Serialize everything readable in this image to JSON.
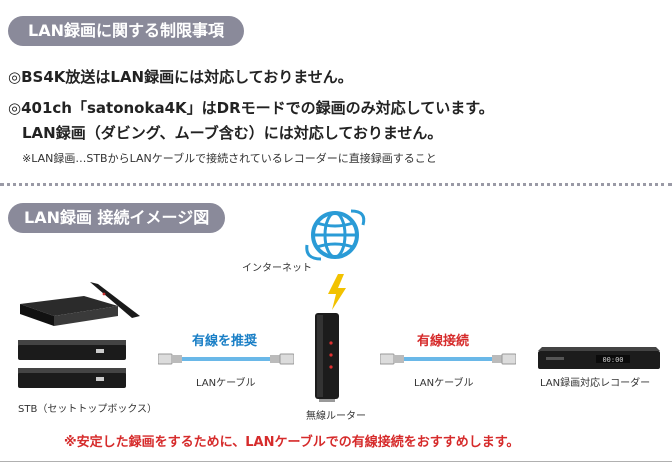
{
  "section1": {
    "title": "LAN録画に関する制限事項",
    "notes": [
      "◎BS4K放送はLAN録画には対応しておりません。",
      "◎401ch「satonoka4K」はDRモードでの録画のみ対応しています。",
      "LAN録画（ダビング、ムーブ含む）には対応しておりません。"
    ],
    "footnote": "※LAN録画…STBからLANケーブルで接続されているレコーダーに直接録画すること"
  },
  "section2": {
    "title": "LAN録画 接続イメージ図",
    "internet_label": "インターネット",
    "router_label": "無線ルーター",
    "stb_label": "STB（セットトップボックス）",
    "recorder_label": "LAN録画対応レコーダー",
    "left_cable": {
      "heading": "有線を推奨",
      "label": "LANケーブル"
    },
    "right_cable": {
      "heading": "有線接続",
      "label": "LANケーブル"
    },
    "recommendation": "※安定した録画をするために、LANケーブルでの有線接続をおすすめします。",
    "recorder_display": "00:00"
  },
  "colors": {
    "pill": "#8a8a9a",
    "blue": "#1a7fc6",
    "red": "#d62b2b",
    "globe": "#2a9bd6",
    "bolt": "#f2c200"
  }
}
